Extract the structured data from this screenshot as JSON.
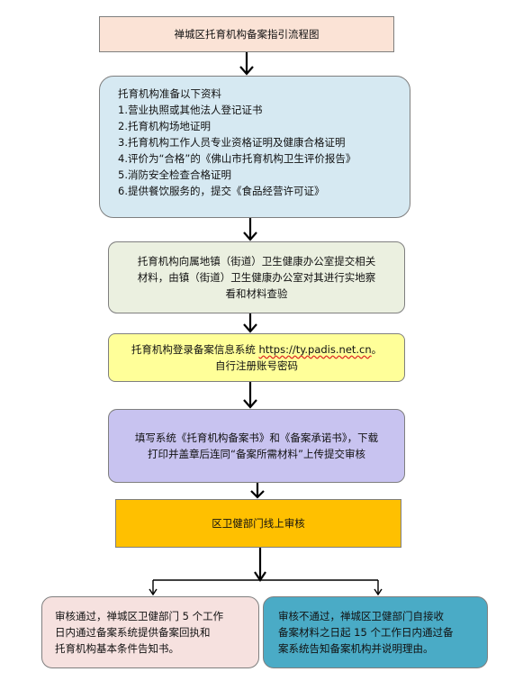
{
  "flowchart": {
    "title": "禅城区托育机构备案指引流程图",
    "materials": {
      "heading": "托育机构准备以下资料",
      "items": [
        "1.营业执照或其他法人登记证书",
        "2.托育机构场地证明",
        "3.托育机构工作人员专业资格证明及健康合格证明",
        "4.评价为“合格”的《佛山市托育机构卫生评价报告》",
        "5.消防安全检查合格证明",
        "6.提供餐饮服务的，提交《食品经营许可证》"
      ]
    },
    "step_submit": {
      "lines": [
        "托育机构向属地镇（街道）卫生健康办公室提交相关",
        "材料，由镇（街道）卫生健康办公室对其进行实地察",
        "看和材料查验"
      ]
    },
    "step_login": {
      "prefix": "托育机构登录备案信息系统 ",
      "url": "https://ty.padis.net.cn",
      "suffix": "。",
      "line2": "自行注册账号密码"
    },
    "step_fill": {
      "lines": [
        "填写系统《托育机构备案书》和《备案承诺书》，下载",
        "打印并盖章后连同“备案所需材料”上传提交审核"
      ]
    },
    "step_review": {
      "text": "区卫健部门线上审核"
    },
    "result_pass": {
      "lines": [
        "审核通过，禅城区卫健部门 5 个工作",
        "日内通过备案系统提供备案回执和",
        "托育机构基本条件告知书。"
      ]
    },
    "result_fail": {
      "lines": [
        "审核不通过，禅城区卫健部门自接收",
        "备案材料之日起 15 个工作日内通过备",
        "案系统告知备案机构并说明理由。"
      ]
    },
    "colors": {
      "title_fill": "#fbe3d6",
      "materials_fill": "#d6e9f2",
      "submit_fill": "#ebf0e0",
      "login_fill": "#ffff99",
      "fill_fill": "#c8c3f0",
      "review_fill": "#ffc000",
      "pass_fill": "#f6e1df",
      "fail_fill": "#4aabc6",
      "arrow": "#000000"
    }
  }
}
